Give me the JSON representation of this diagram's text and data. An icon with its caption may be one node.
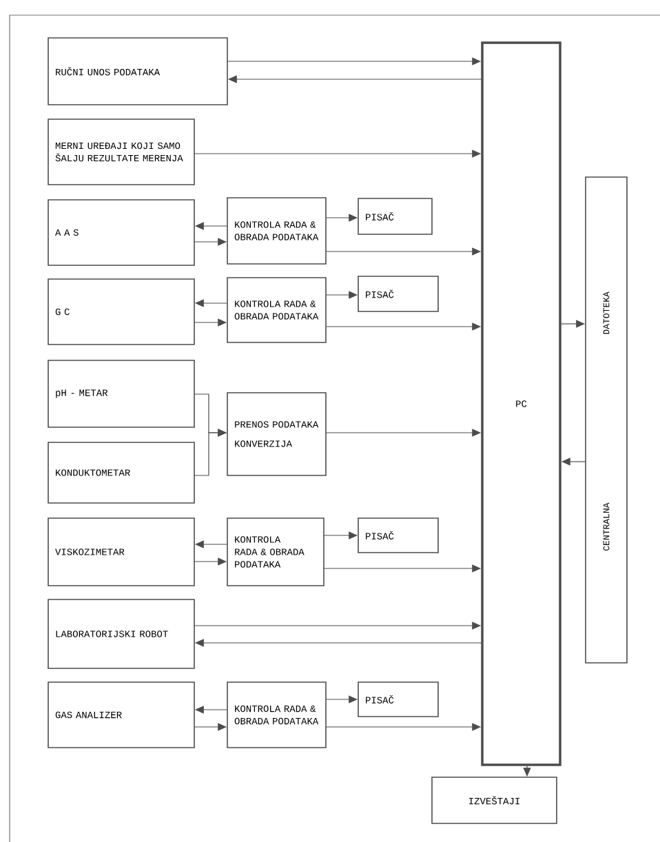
{
  "diagram": {
    "nodes": [
      {
        "text": [
          "RUČNI UNOS PODATAKA"
        ]
      },
      {
        "text": [
          "MERNI UREĐAJI KOJI SAMO ŠALJU REZULTATE MERENJA"
        ]
      },
      {
        "text": [
          "A A S"
        ]
      },
      {
        "text": [
          "KONTROLA RADA & OBRADA PODATAKA"
        ]
      },
      {
        "text": [
          "PISAČ"
        ]
      },
      {
        "text": [
          "G C"
        ]
      },
      {
        "text": [
          "KONTROLA RADA & OBRADA PODATAKA"
        ]
      },
      {
        "text": [
          "PISAČ"
        ]
      },
      {
        "text": [
          "pH - METAR"
        ]
      },
      {
        "text": [
          "KONDUKTOMETAR"
        ]
      },
      {
        "text": [
          "PRENOS PODATAKA",
          "KONVERZIJA"
        ]
      },
      {
        "text": [
          "VISKOZIMETAR"
        ]
      },
      {
        "text": [
          "KONTROLA RADA & OBRADA PODATAKA"
        ]
      },
      {
        "text": [
          "PISAČ"
        ]
      },
      {
        "text": [
          "LABORATORIJSKI ROBOT"
        ]
      },
      {
        "text": [
          "GAS ANALIZER"
        ]
      },
      {
        "text": [
          "KONTROLA RADA & OBRADA PODATAKA"
        ]
      },
      {
        "text": [
          "PISAČ"
        ]
      },
      {
        "text": [
          "PC"
        ]
      },
      {
        "text": [
          "CENTRALNA",
          "DATOTEKA"
        ]
      },
      {
        "text": [
          "IZVEŠTAJI"
        ]
      }
    ],
    "edges": [
      {
        "from": 0,
        "to": 18,
        "arrow": "to"
      },
      {
        "from": 18,
        "to": 0,
        "arrow": "to"
      },
      {
        "from": 1,
        "to": 18,
        "arrow": "to"
      },
      {
        "from": 3,
        "to": 2,
        "arrow": "to"
      },
      {
        "from": 2,
        "to": 3,
        "arrow": "to"
      },
      {
        "from": 3,
        "to": 4,
        "arrow": "to"
      },
      {
        "from": 3,
        "to": 18,
        "arrow": "to"
      },
      {
        "from": 6,
        "to": 5,
        "arrow": "to"
      },
      {
        "from": 5,
        "to": 6,
        "arrow": "to"
      },
      {
        "from": 6,
        "to": 7,
        "arrow": "to"
      },
      {
        "from": 6,
        "to": 18,
        "arrow": "to"
      },
      {
        "from": 8,
        "to": 10,
        "arrow": "to"
      },
      {
        "from": 9,
        "to": 10,
        "arrow": "to"
      },
      {
        "from": 10,
        "to": 18,
        "arrow": "to"
      },
      {
        "from": 12,
        "to": 11,
        "arrow": "to"
      },
      {
        "from": 11,
        "to": 12,
        "arrow": "to"
      },
      {
        "from": 12,
        "to": 13,
        "arrow": "to"
      },
      {
        "from": 12,
        "to": 18,
        "arrow": "to"
      },
      {
        "from": 14,
        "to": 18,
        "arrow": "to"
      },
      {
        "from": 18,
        "to": 14,
        "arrow": "to"
      },
      {
        "from": 16,
        "to": 15,
        "arrow": "to"
      },
      {
        "from": 15,
        "to": 16,
        "arrow": "to"
      },
      {
        "from": 16,
        "to": 17,
        "arrow": "to"
      },
      {
        "from": 16,
        "to": 18,
        "arrow": "to"
      },
      {
        "from": 18,
        "to": 19,
        "arrow": "to"
      },
      {
        "from": 19,
        "to": 18,
        "arrow": "to"
      },
      {
        "from": 18,
        "to": 20,
        "arrow": "to"
      }
    ]
  }
}
